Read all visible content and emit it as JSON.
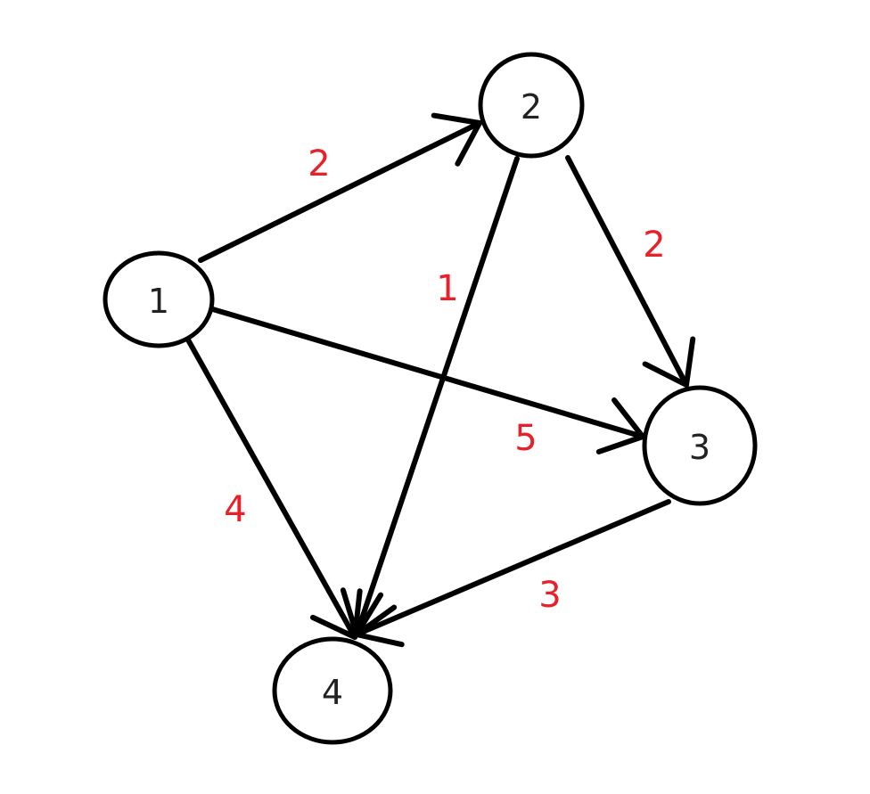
{
  "diagram": {
    "type": "directed-weighted-graph",
    "edge_color": "#000000",
    "weight_color": "#e8202a",
    "nodes": [
      {
        "id": "1",
        "label": "1"
      },
      {
        "id": "2",
        "label": "2"
      },
      {
        "id": "3",
        "label": "3"
      },
      {
        "id": "4",
        "label": "4"
      }
    ],
    "edges": [
      {
        "from": "1",
        "to": "2",
        "weight": "2"
      },
      {
        "from": "1",
        "to": "3",
        "weight": "5"
      },
      {
        "from": "1",
        "to": "4",
        "weight": "4"
      },
      {
        "from": "2",
        "to": "3",
        "weight": "2"
      },
      {
        "from": "2",
        "to": "4",
        "weight": "1"
      },
      {
        "from": "3",
        "to": "4",
        "weight": "3"
      }
    ]
  }
}
